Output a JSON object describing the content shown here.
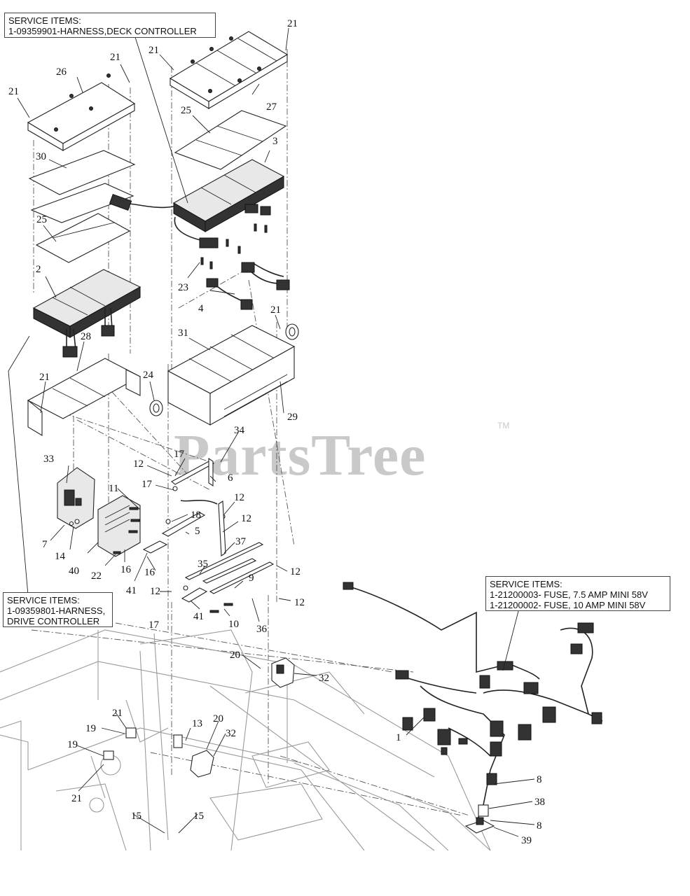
{
  "service_boxes": {
    "deck": {
      "lines": [
        "SERVICE ITEMS:",
        "1-09359901-HARNESS,DECK CONTROLLER"
      ]
    },
    "drive": {
      "lines": [
        "SERVICE ITEMS:",
        "1-09359801-HARNESS,",
        "DRIVE CONTROLLER"
      ]
    },
    "fuse": {
      "lines": [
        "SERVICE ITEMS:",
        "1-21200003- FUSE, 7.5 AMP MINI 58V",
        "1-21200002- FUSE, 10 AMP MINI 58V"
      ]
    }
  },
  "watermark": {
    "text": "PartsTree",
    "tm": "TM"
  },
  "callouts": [
    {
      "id": "c1",
      "label": "21"
    },
    {
      "id": "c2",
      "label": "21"
    },
    {
      "id": "c3",
      "label": "21"
    },
    {
      "id": "c4",
      "label": "26"
    },
    {
      "id": "c5",
      "label": "21"
    },
    {
      "id": "c6",
      "label": "27"
    },
    {
      "id": "c7",
      "label": "25"
    },
    {
      "id": "c8",
      "label": "3"
    },
    {
      "id": "c9",
      "label": "30"
    },
    {
      "id": "c10",
      "label": "25"
    },
    {
      "id": "c11",
      "label": "2"
    },
    {
      "id": "c12",
      "label": "23"
    },
    {
      "id": "c13",
      "label": "4"
    },
    {
      "id": "c14",
      "label": "21"
    },
    {
      "id": "c15",
      "label": "31"
    },
    {
      "id": "c16",
      "label": "28"
    },
    {
      "id": "c17",
      "label": "21"
    },
    {
      "id": "c18",
      "label": "24"
    },
    {
      "id": "c19",
      "label": "29"
    },
    {
      "id": "c20",
      "label": "34"
    },
    {
      "id": "c21",
      "label": "17"
    },
    {
      "id": "c22",
      "label": "12"
    },
    {
      "id": "c23",
      "label": "6"
    },
    {
      "id": "c24",
      "label": "33"
    },
    {
      "id": "c25",
      "label": "17"
    },
    {
      "id": "c26",
      "label": "11"
    },
    {
      "id": "c27",
      "label": "12"
    },
    {
      "id": "c28",
      "label": "18"
    },
    {
      "id": "c29",
      "label": "12"
    },
    {
      "id": "c30",
      "label": "5"
    },
    {
      "id": "c31",
      "label": "7"
    },
    {
      "id": "c32",
      "label": "14"
    },
    {
      "id": "c33",
      "label": "37"
    },
    {
      "id": "c34",
      "label": "40"
    },
    {
      "id": "c35",
      "label": "22"
    },
    {
      "id": "c36",
      "label": "16"
    },
    {
      "id": "c37",
      "label": "35"
    },
    {
      "id": "c38",
      "label": "12"
    },
    {
      "id": "c39",
      "label": "16"
    },
    {
      "id": "c40",
      "label": "41"
    },
    {
      "id": "c41",
      "label": "9"
    },
    {
      "id": "c42",
      "label": "12"
    },
    {
      "id": "c43",
      "label": "12"
    },
    {
      "id": "c44",
      "label": "41"
    },
    {
      "id": "c45",
      "label": "17"
    },
    {
      "id": "c46",
      "label": "10"
    },
    {
      "id": "c47",
      "label": "36"
    },
    {
      "id": "c48",
      "label": "20"
    },
    {
      "id": "c49",
      "label": "32"
    },
    {
      "id": "c50",
      "label": "21"
    },
    {
      "id": "c51",
      "label": "19"
    },
    {
      "id": "c52",
      "label": "13"
    },
    {
      "id": "c53",
      "label": "20"
    },
    {
      "id": "c54",
      "label": "32"
    },
    {
      "id": "c55",
      "label": "19"
    },
    {
      "id": "c56",
      "label": "21"
    },
    {
      "id": "c57",
      "label": "15"
    },
    {
      "id": "c58",
      "label": "15"
    },
    {
      "id": "c59",
      "label": "1"
    },
    {
      "id": "c60",
      "label": "8"
    },
    {
      "id": "c61",
      "label": "38"
    },
    {
      "id": "c62",
      "label": "8"
    },
    {
      "id": "c63",
      "label": "39"
    }
  ]
}
